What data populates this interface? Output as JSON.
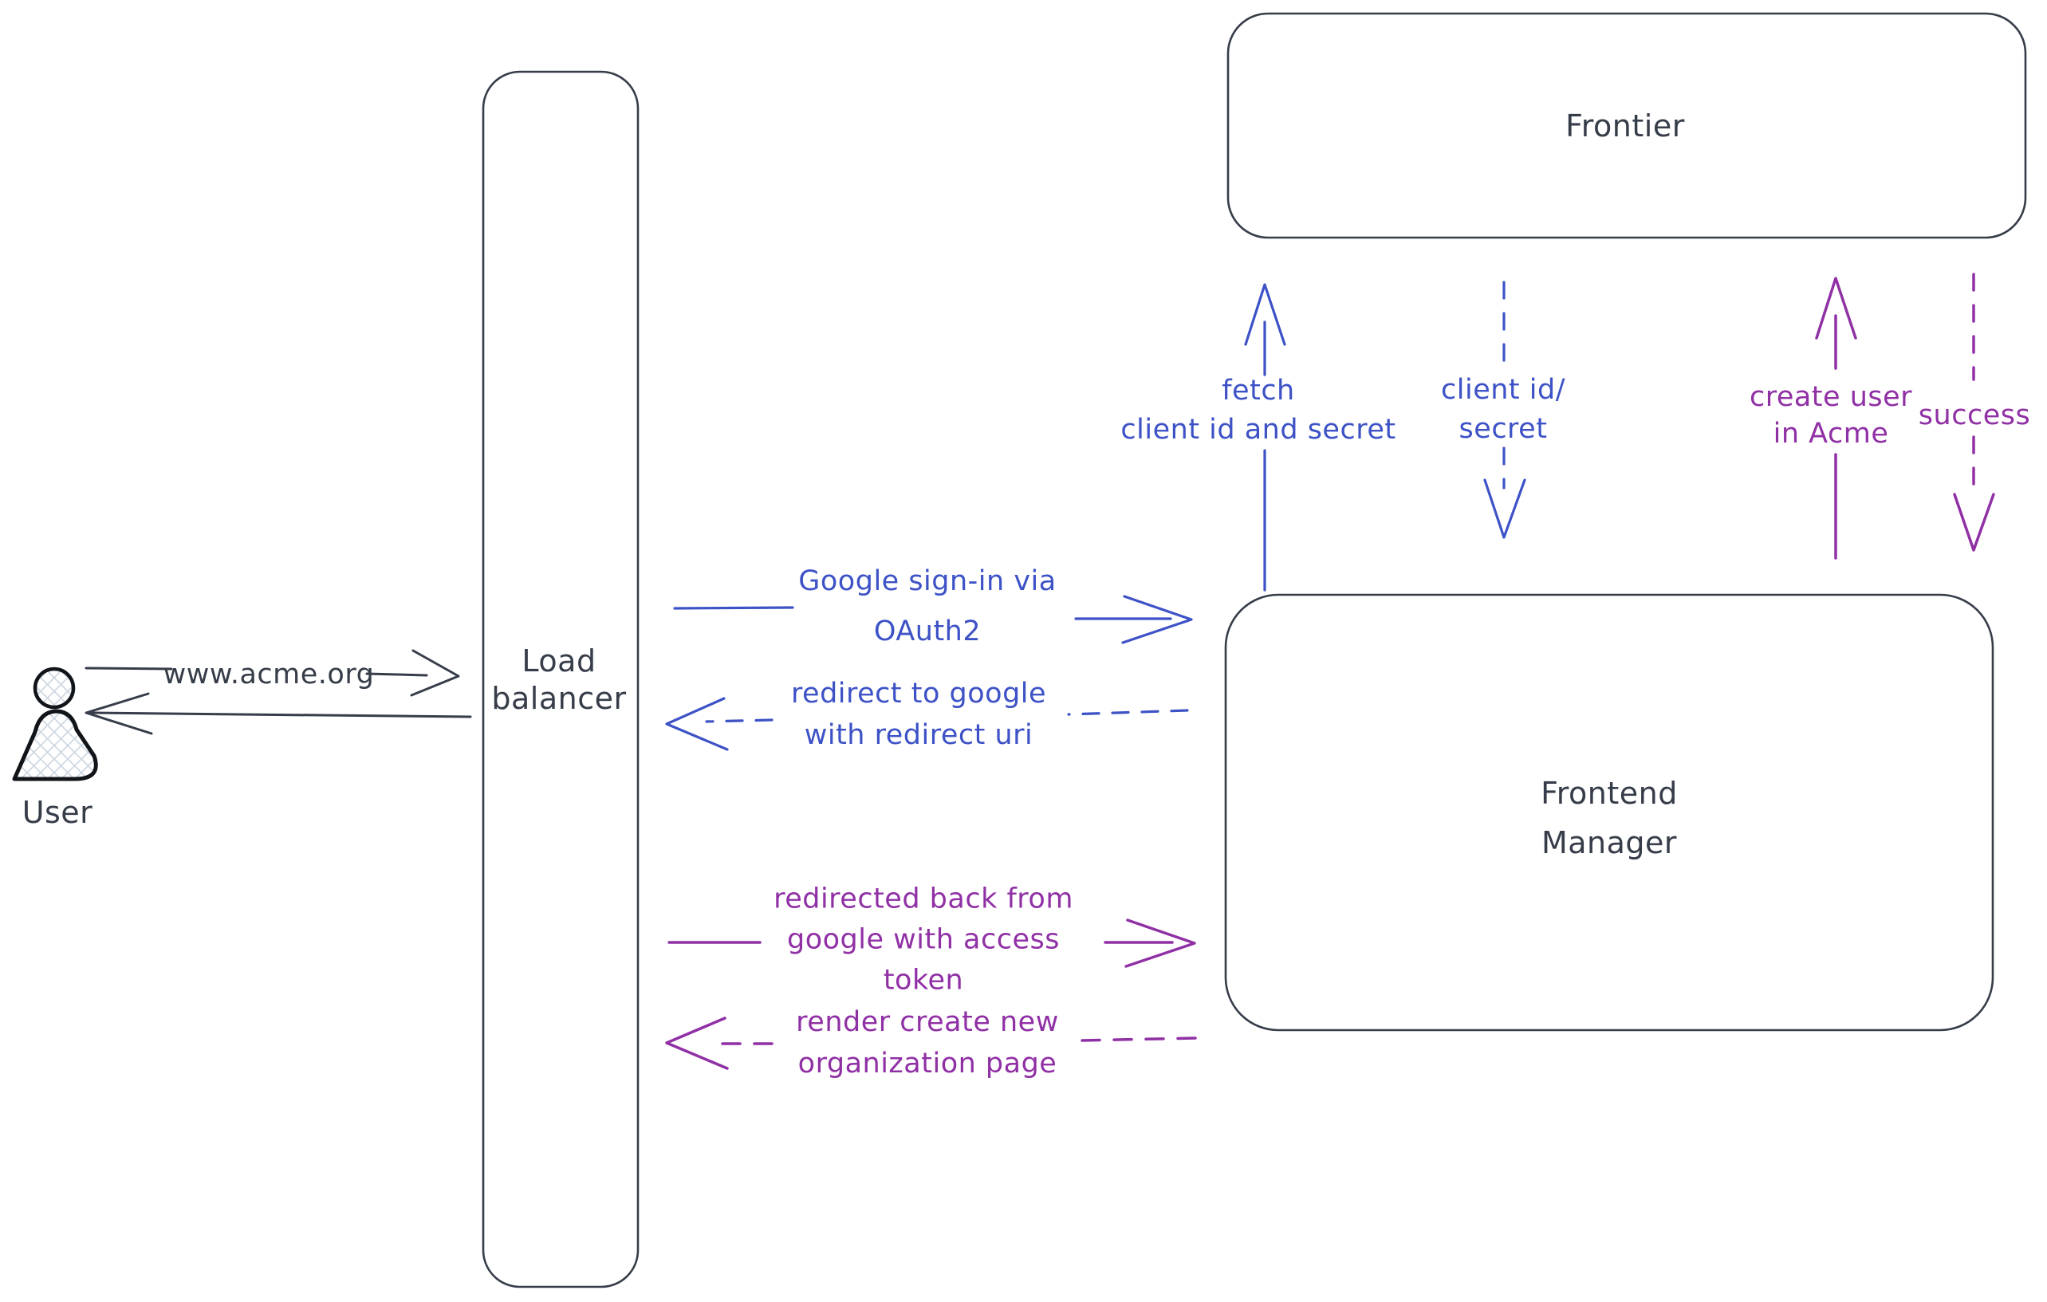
{
  "colors": {
    "dark": "#363d49",
    "blue": "#3d52c6",
    "purple": "#9030a5",
    "hatch": "#ccd6e0",
    "background": "#ffffff"
  },
  "nodes": {
    "user": {
      "label": "User"
    },
    "load_balancer": {
      "line1": "Load",
      "line2": "balancer"
    },
    "frontier": {
      "label": "Frontier"
    },
    "frontend_manager": {
      "line1": "Frontend",
      "line2": "Manager"
    }
  },
  "edges": {
    "www_acme": {
      "label": "www.acme.org"
    },
    "google_signin": {
      "line1": "Google sign-in via",
      "line2": "OAuth2"
    },
    "redirect_google": {
      "line1": "redirect to google",
      "line2": "with redirect uri"
    },
    "fetch_creds": {
      "line1": "fetch",
      "line2": "client id and secret"
    },
    "client_id_secret": {
      "line1": "client id/",
      "line2": "secret"
    },
    "create_user": {
      "line1": "create user",
      "line2": "in Acme"
    },
    "success": {
      "label": "success"
    },
    "redirected_back": {
      "line1": "redirected back from",
      "line2": "google with access",
      "line3": "token"
    },
    "render_org_page": {
      "line1": "render create new",
      "line2": "organization page"
    }
  }
}
